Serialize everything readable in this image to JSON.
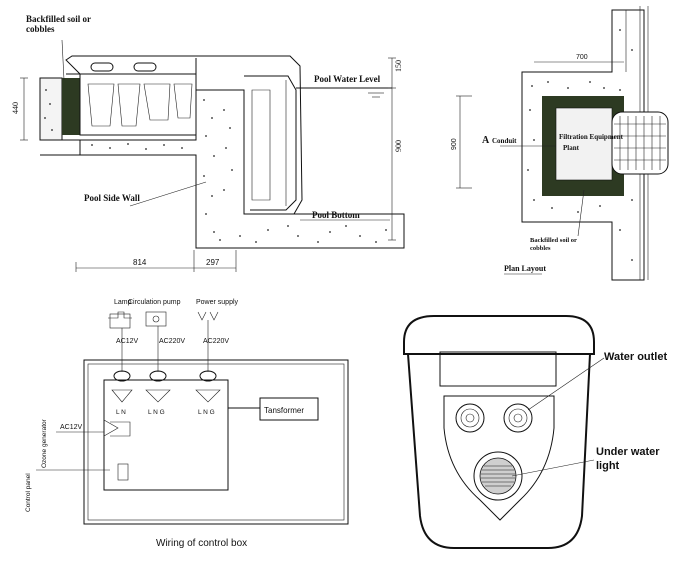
{
  "section": {
    "backfill_label_1": "Backfilled soil or",
    "backfill_label_2": "cobbles",
    "water_level_label": "Pool Water Level",
    "side_wall_label": "Pool Side Wall",
    "bottom_label": "Pool Bottom",
    "dim_440": "440",
    "dim_150": "150",
    "dim_900": "900",
    "dim_814": "814",
    "dim_297": "297"
  },
  "plan": {
    "dim_700": "700",
    "dim_900": "900",
    "conduit_label": "Conduit",
    "conduit_letter": "A",
    "plant_label_1": "Filtration Equipment",
    "plant_label_2": "Plant",
    "backfill_label_1": "Backfilled soil or",
    "backfill_label_2": "cobbles",
    "title": "Plan Layout"
  },
  "wiring": {
    "lamp_label": "Lamp",
    "pump_label": "Circulation pump",
    "power_label": "Power supply",
    "ac12v_top": "AC12V",
    "ac220v_pump": "AC220V",
    "ac220v_power": "AC220V",
    "lng_1": "L  N",
    "lng_2": "L  N  G",
    "lng_3": "L  N  G",
    "transformer_label": "Tansformer",
    "ac12v_side": "AC12V",
    "ozone_label": "Ozone generator",
    "control_panel_label": "Control panel",
    "title": "Wiring of control box"
  },
  "unit": {
    "water_outlet_label": "Water outlet",
    "light_label_1": "Under water",
    "light_label_2": "light"
  }
}
